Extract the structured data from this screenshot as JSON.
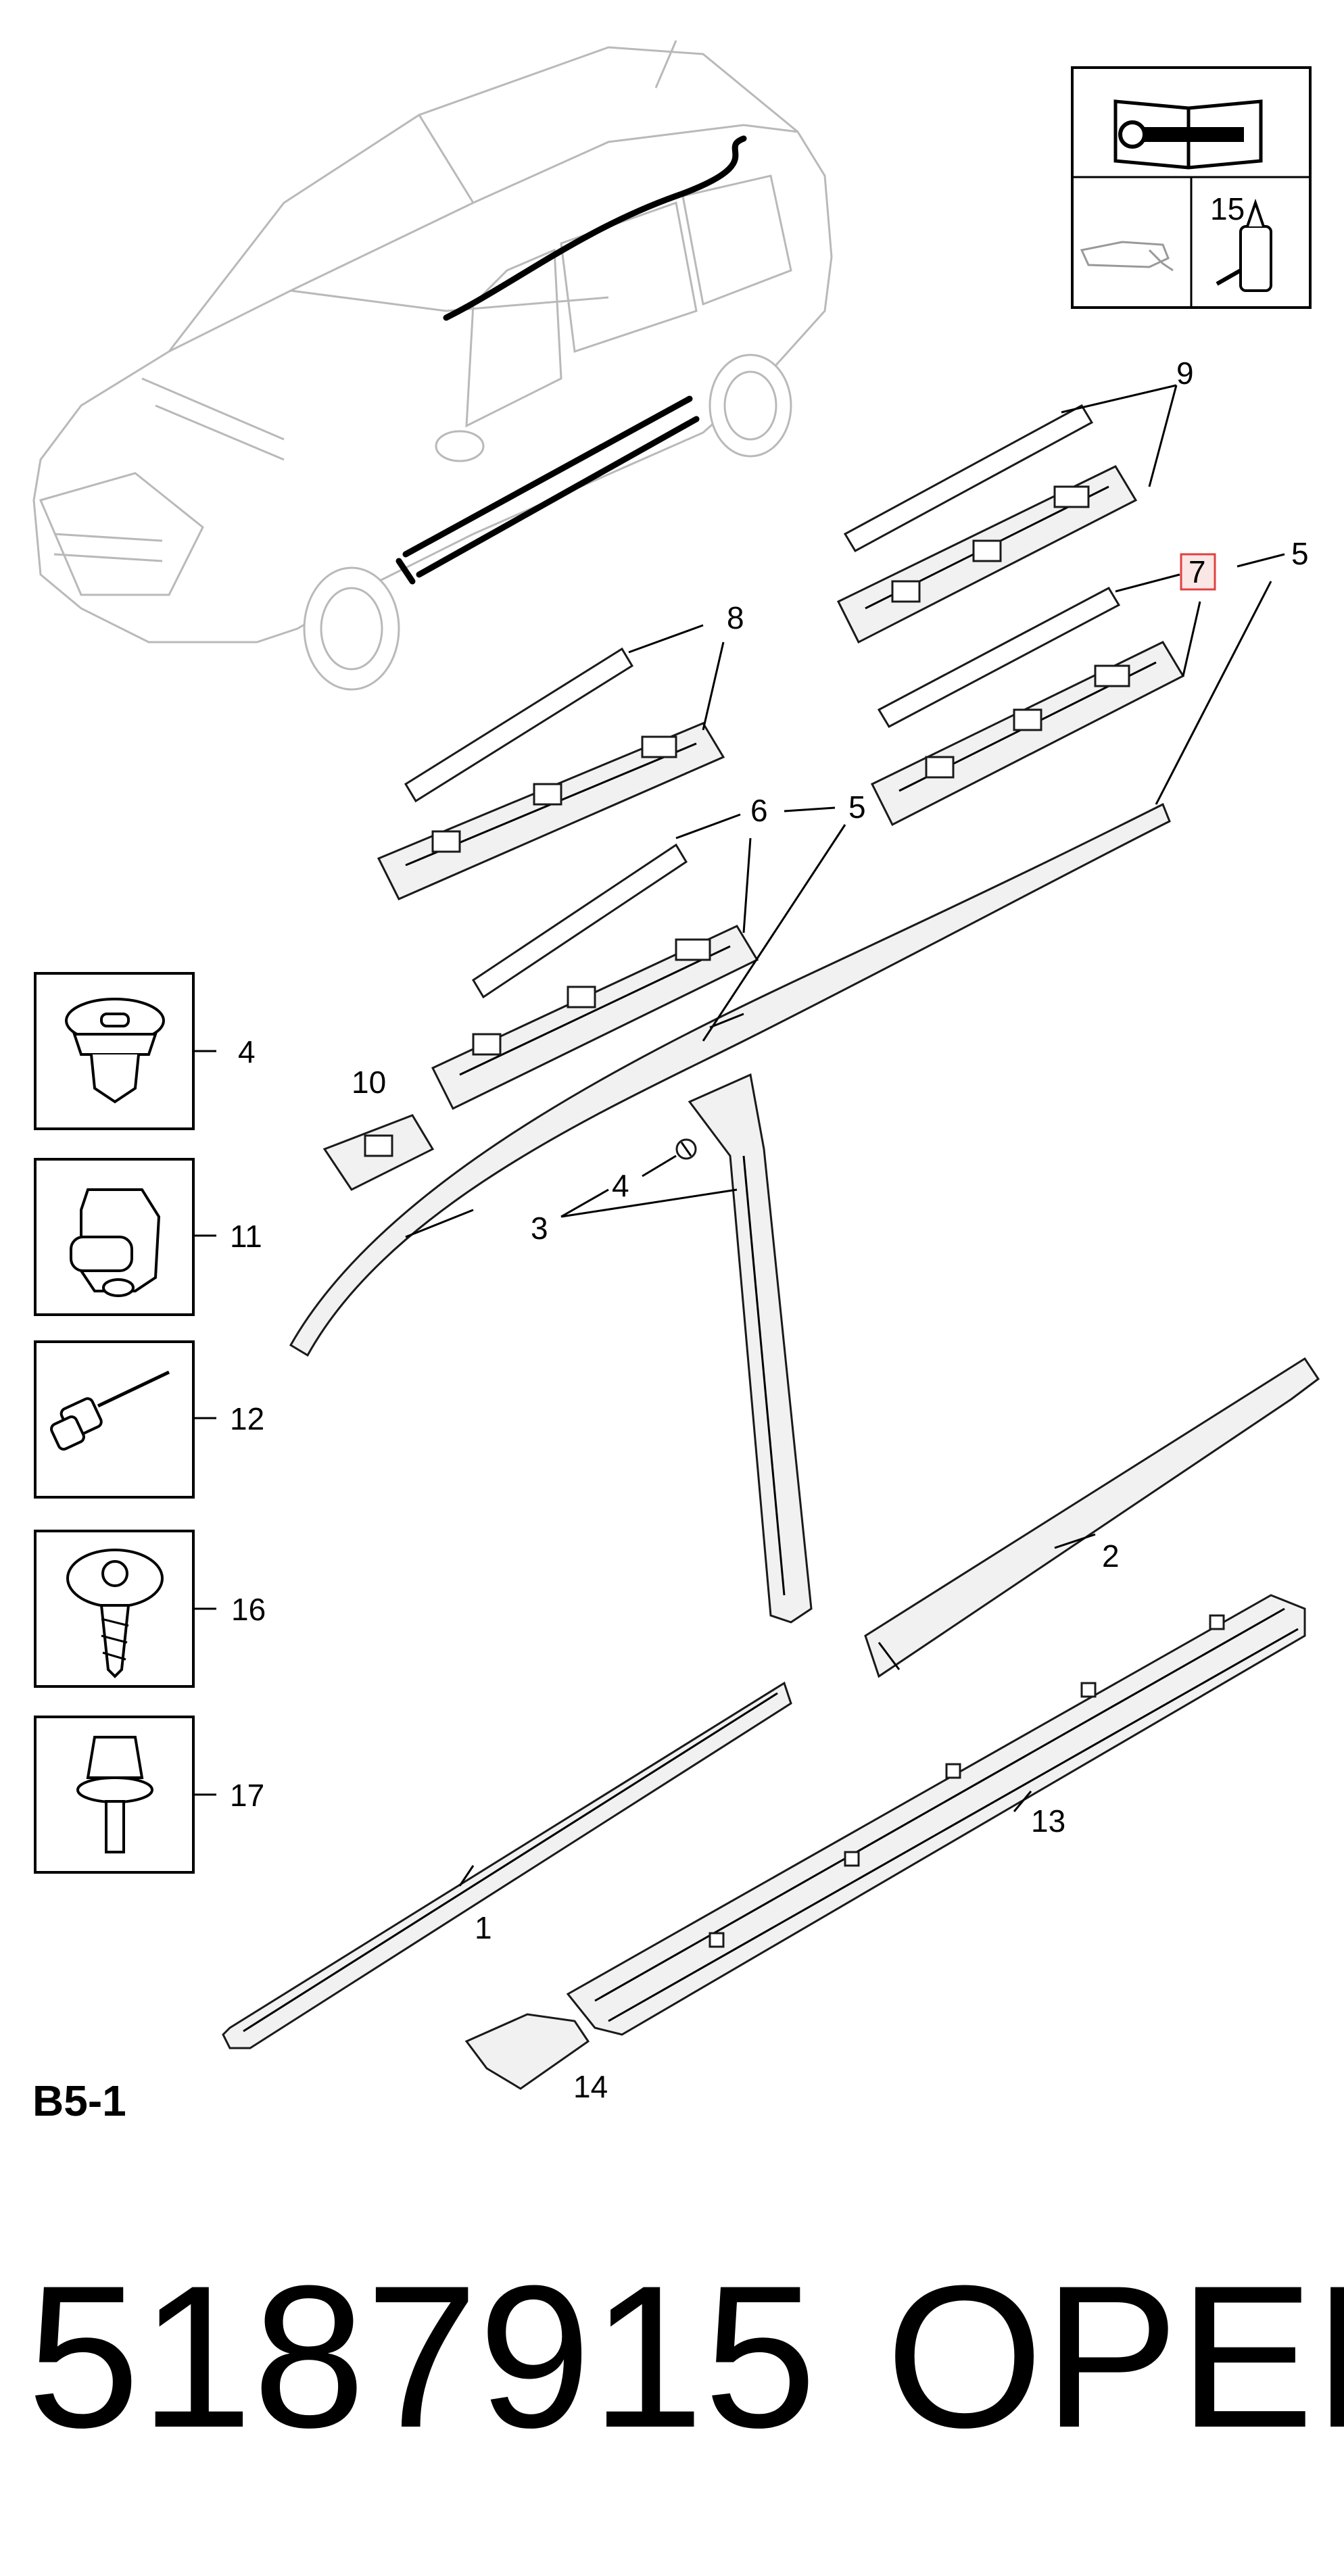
{
  "diagram": {
    "section_code": "B5-1",
    "part_number": "5187915",
    "brand": "OPEL",
    "tool_box": {
      "item_label": "15",
      "icons": [
        "workshop-manual-icon",
        "dirt-cleaning-icon",
        "adhesive-tube-icon"
      ]
    },
    "highlight_color": "#e04040",
    "highlighted_item": "7",
    "callouts": {
      "c9": "9",
      "c7": "7",
      "c5a": "5",
      "c8": "8",
      "c6": "6",
      "c5b": "5",
      "c10": "10",
      "c4b": "4",
      "c3": "3",
      "c2": "2",
      "c13": "13",
      "c1": "1",
      "c14": "14"
    },
    "fastener_boxes": [
      {
        "label": "4",
        "icon": "push-clip-icon"
      },
      {
        "label": "11",
        "icon": "spring-clip-icon"
      },
      {
        "label": "12",
        "icon": "blind-rivet-icon"
      },
      {
        "label": "16",
        "icon": "flange-screw-icon"
      },
      {
        "label": "17",
        "icon": "expansion-clip-icon"
      }
    ]
  }
}
